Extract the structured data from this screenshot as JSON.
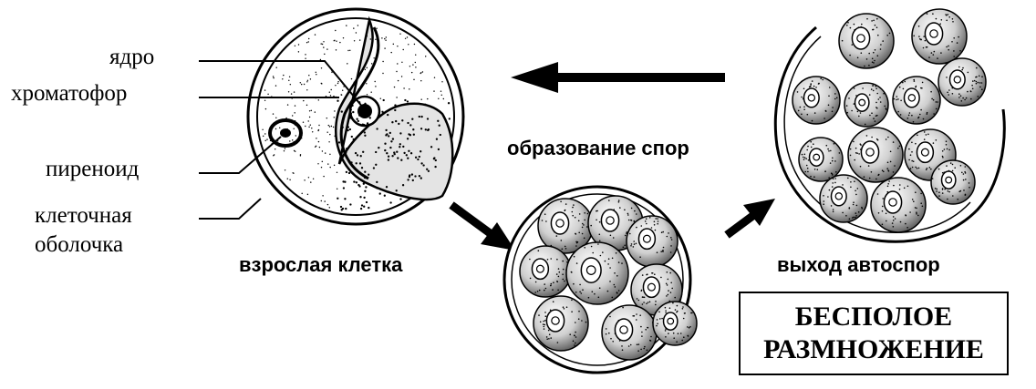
{
  "labels": {
    "nucleus": "ядро",
    "chromatophore": "хроматофор",
    "pyrenoid": "пиреноид",
    "cell_wall_line1": "клеточная",
    "cell_wall_line2": "оболочка"
  },
  "stages": {
    "adult_cell": "взрослая клетка",
    "spore_formation": "образование спор",
    "autospore_release": "выход автоспор"
  },
  "box": {
    "line1": "БЕСПОЛОЕ",
    "line2": "РАЗМНОЖЕНИЕ"
  },
  "colors": {
    "ink": "#000000",
    "paper": "#ffffff"
  }
}
